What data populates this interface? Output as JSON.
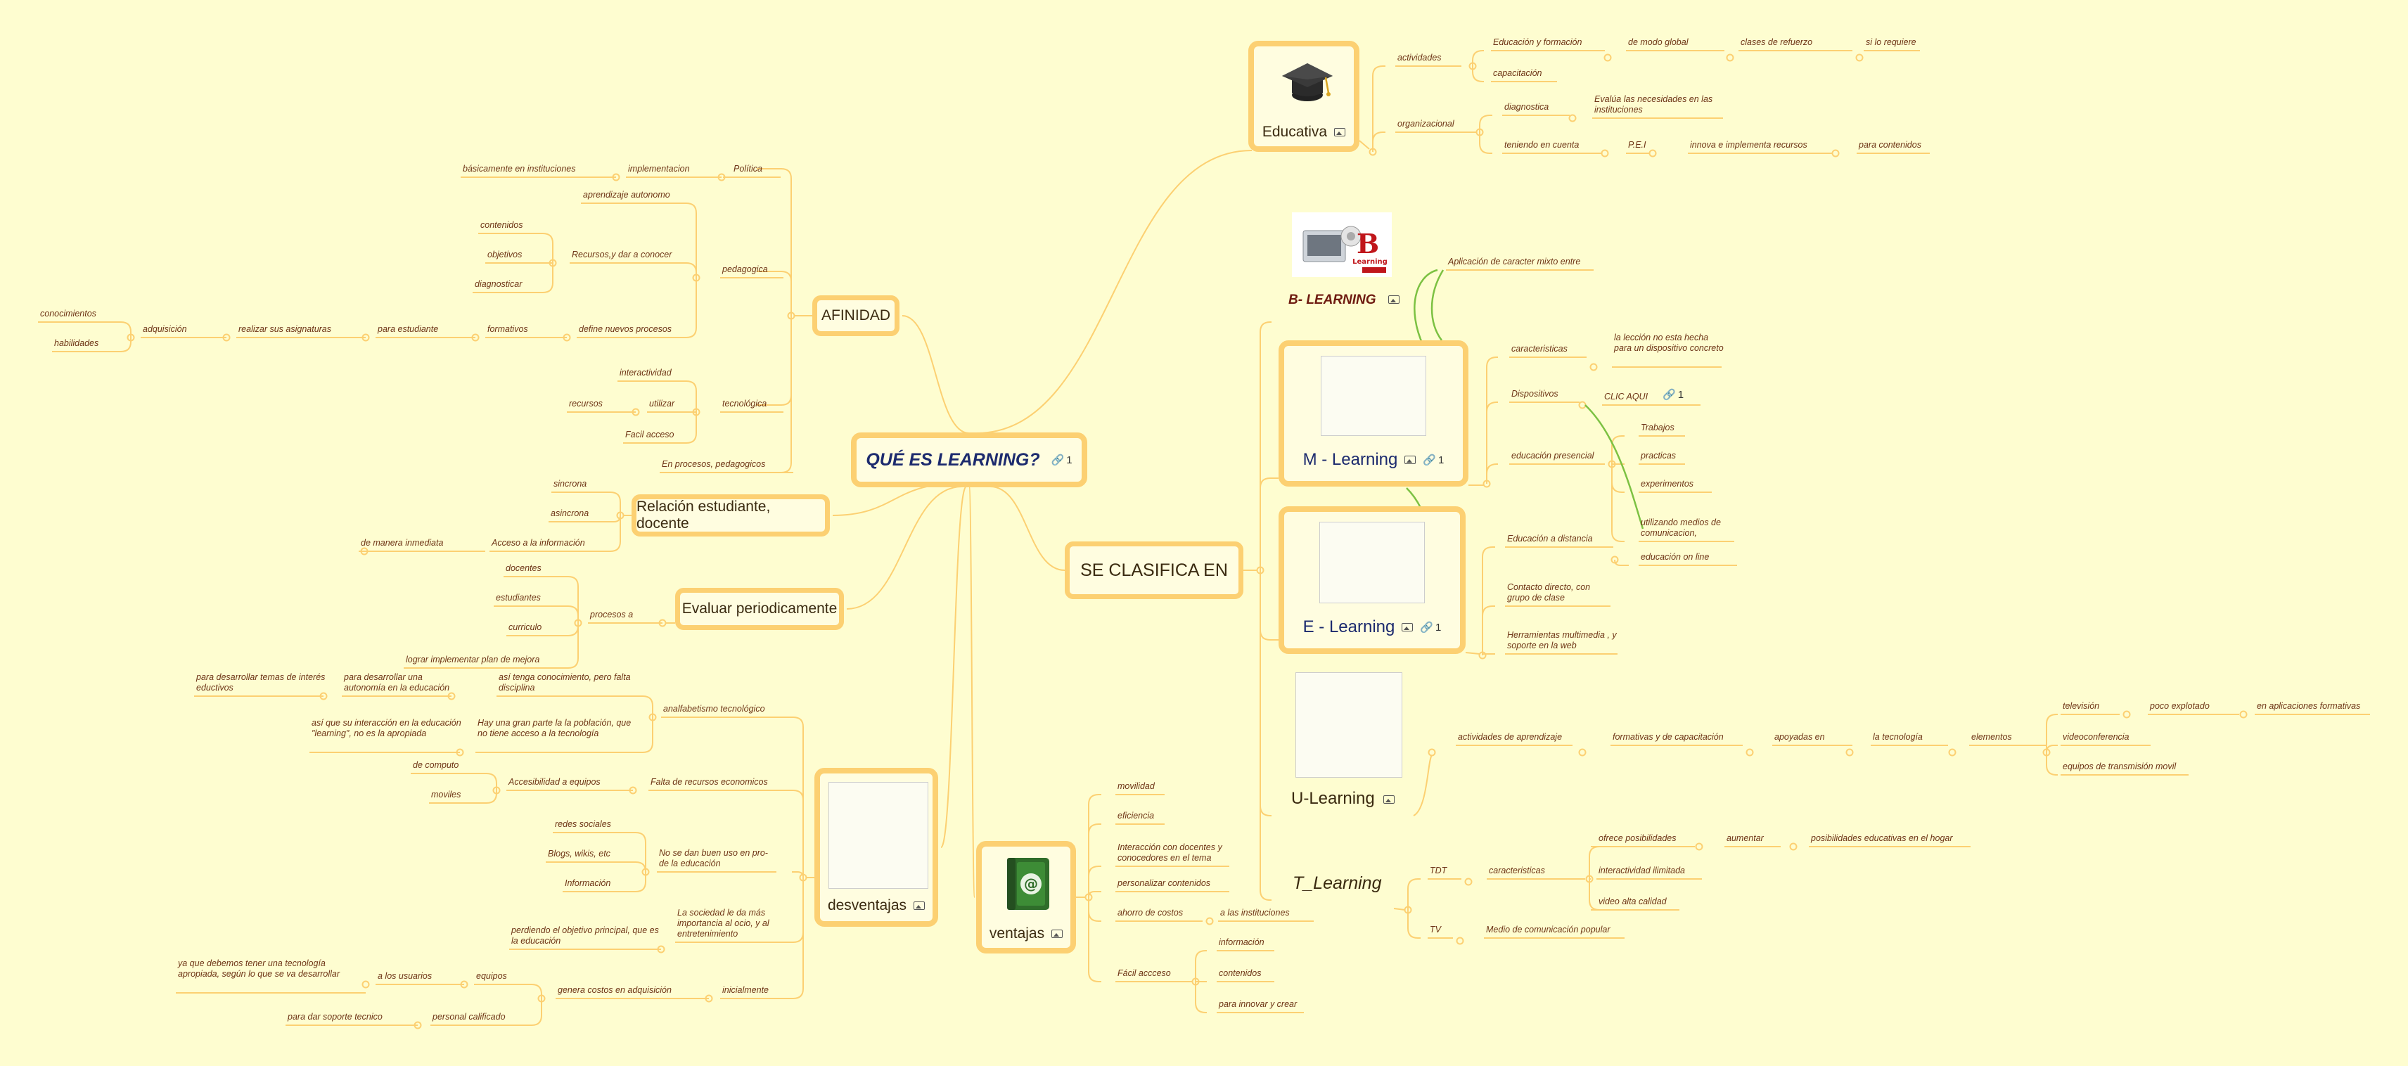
{
  "root": {
    "label": "QUÉ ES LEARNING?",
    "link_count": "1"
  },
  "affinity": {
    "label": "AFINIDAD",
    "politica": {
      "label": "Política",
      "implementacion": "implementacion",
      "instituciones": "básicamente en instituciones"
    },
    "pedagogica": {
      "label": "pedagogica",
      "aprendizaje": "aprendizaje autonomo",
      "recursos": "Recursos,y dar a conocer",
      "contenidos": "contenidos",
      "objetivos": "objetivos",
      "diagnosticar": "diagnosticar",
      "define": "define nuevos procesos",
      "formativos": "formativos",
      "para_estudiante": "para estudiante",
      "realizar": "realizar sus asignaturas",
      "adquisicion": "adquisición",
      "conocimientos": "conocimientos",
      "habilidades": "habilidades"
    },
    "tecnologica": {
      "label": "tecnológica",
      "interactividad": "interactividad",
      "utilizar": "utilizar",
      "recursos": "recursos",
      "facil": "Facil acceso"
    },
    "procesos": "En procesos, pedagogicos"
  },
  "relacion": {
    "label": "Relación estudiante, docente",
    "sincrona": "sincrona",
    "asincrona": "asincrona",
    "acceso": "Acceso a la información",
    "inmediata": "de manera inmediata"
  },
  "evaluar": {
    "label": "Evaluar periodicamente",
    "procesos": "procesos a",
    "docentes": "docentes",
    "estudiantes": "estudiantes",
    "curriculo": "curriculo",
    "plan": "lograr implementar plan de mejora"
  },
  "desventajas": {
    "label": "desventajas",
    "analfabetismo": "analfabetismo tecnológico",
    "conocimiento": "así tenga conocimiento, pero falta disciplina",
    "autonomia": "para desarrollar una autonomía en la educación",
    "temas": "para desarrollar temas de interés eductivos",
    "poblacion": "Hay una gran parte la la población, que no tiene acceso a la tecnología",
    "interaccion": "así que su interacción en la educación \"learning\", no es la apropiada",
    "falta_recursos": "Falta de recursos economicos",
    "accesibilidad": "Accesibilidad a equipos",
    "computo": "de computo",
    "moviles": "moviles",
    "buen_uso": "No se dan buen uso en pro- de la educación",
    "redes": "redes sociales",
    "blogs": "Blogs, wikis, etc",
    "informacion": "Información",
    "sociedad": "La sociedad le da más importancia al ocio, y al entretenimiento",
    "perdiendo": "perdiendo el objetivo principal, que es la educación",
    "inicialmente": "inicialmente",
    "costos": "genera costos en adquisición",
    "equipos": "equipos",
    "usuarios": "a los usuarios",
    "tecnologia_apropiada": "ya que debemos tener una tecnología apropiada, según lo que se va desarrollar",
    "personal": "personal calificado",
    "soporte": "para dar soporte tecnico"
  },
  "ventajas": {
    "label": "ventajas",
    "movilidad": "movilidad",
    "eficiencia": "eficiencia",
    "interaccion": "Interacción con docentes y conocedores en el tema",
    "personalizar": "personalizar contenidos",
    "ahorro": "ahorro de costos",
    "instituciones": "a las instituciones",
    "facil": "Fácil accceso",
    "informacion": "información",
    "contenidos": "contenidos",
    "innovar": "para innovar y crear"
  },
  "educativa": {
    "label": "Educativa",
    "actividades": "actividades",
    "educacion_formacion": "Educación y formación",
    "modo_global": "de modo global",
    "clases": "clases de  refuerzo",
    "requiere": "si lo requiere",
    "capacitacion": "capacitación",
    "organizacional": "organizacional",
    "diagnostica": "diagnostica",
    "evalua": "Evalúa las necesidades en las instituciones",
    "teniendo": "teniendo en cuenta",
    "pei": "P.E.I",
    "innova": "innova e implementa recursos",
    "para_contenidos": "para contenidos"
  },
  "clasifica": {
    "label": "SE CLASIFICA EN",
    "blearning": {
      "label": "B- LEARNING",
      "logo": "Learning",
      "aplicacion": "Aplicación de caracter mixto entre"
    },
    "mlearning": {
      "label": "M - Learning",
      "link_count": "1",
      "caracteristicas": "caracteristicas",
      "leccion": "la lección no esta hecha para un dispositivo concreto",
      "dispositivos": "Dispositivos",
      "clic": "CLIC AQUI",
      "clic_count": "1",
      "presencial": "educación presencial",
      "trabajos": "Trabajos",
      "practicas": "practicas",
      "experimentos": "experimentos",
      "medios": "utilizando medios de comunicacion,"
    },
    "elearning": {
      "label": "E - Learning",
      "link_count": "1",
      "distancia": "Educación  a distancia",
      "online": "educación on line",
      "contacto": "Contacto directo, con grupo de clase",
      "herramientas": "Herramientas multimedia , y soporte en la web"
    },
    "ulearning": {
      "label": "U-Learning",
      "actividades": "actividades de aprendizaje",
      "formativas": "formativas y de capacitación",
      "apoyadas": "apoyadas en",
      "tecnologia": "la tecnología",
      "elementos": "elementos",
      "television": "televisión",
      "poco": "poco explotado",
      "aplicaciones": "en aplicaciones formativas",
      "videoconferencia": "videoconferencia",
      "equipos": "equipos de transmisión movil"
    },
    "tlearning": {
      "label": "T_Learning",
      "tdt": "TDT",
      "caracteristicas": "caracteristicas",
      "ofrece": "ofrece posibilidades",
      "aumentar": "aumentar",
      "posibilidades": "posibilidades educativas en el hogar",
      "interactividad": "interactividad ilimitada",
      "video": "video alta calidad",
      "tv": "TV",
      "medio": "Medio de comunicación popular"
    }
  },
  "colors": {
    "background": "#fefdd0",
    "branch": "#fcd072",
    "relation": "#7cc142",
    "root_text": "#1c2a6e",
    "leaf_text": "#6e3516"
  }
}
